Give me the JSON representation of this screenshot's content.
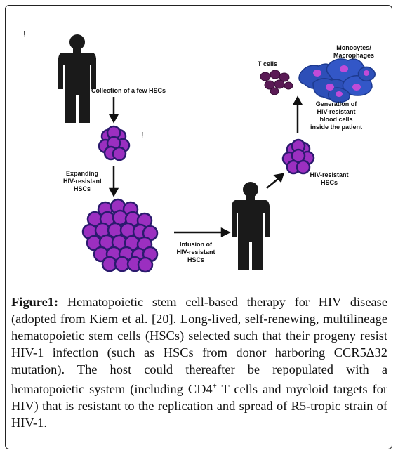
{
  "diagram": {
    "labels": {
      "collection": "Collection of a few HSCs",
      "expanding": [
        "Expanding",
        "HIV-resistant",
        "HSCs"
      ],
      "infusion": [
        "Infusion of",
        "HIV-resistant",
        "HSCs"
      ],
      "hiv_resistant_hscs": [
        "HIV-resistant",
        "HSCs"
      ],
      "generation": [
        "Generation of",
        "HIV-resistant",
        "blood cells",
        "inside the patient"
      ],
      "t_cells": "T cells",
      "monocytes": [
        "Monocytes/",
        "Macrophages"
      ]
    },
    "stray_marks": [
      "!",
      "!"
    ],
    "colors": {
      "stem_cell_fill": "#9b2fc0",
      "stem_cell_stroke": "#2b1a6e",
      "t_cell": "#5a1a55",
      "macrophage": "#2d4fb8",
      "person": "#1a1a1a"
    }
  },
  "caption": {
    "label": "Figure1:",
    "text_before_sup": " Hematopoietic stem cell-based therapy for HIV disease (adopted from Kiem et al. [20]. Long-lived, self-renewing, multilineage hematopoietic stem cells (HSCs) selected such that their progeny resist HIV-1 infection (such as HSCs from donor harboring CCR5Δ32 mutation). The host could thereafter be repopulated with a hematopoietic system (including CD4",
    "sup": "+",
    "text_after_sup": " T cells and myeloid targets for HIV) that is resistant to the replication and spread of R5-tropic strain of HIV-1."
  }
}
